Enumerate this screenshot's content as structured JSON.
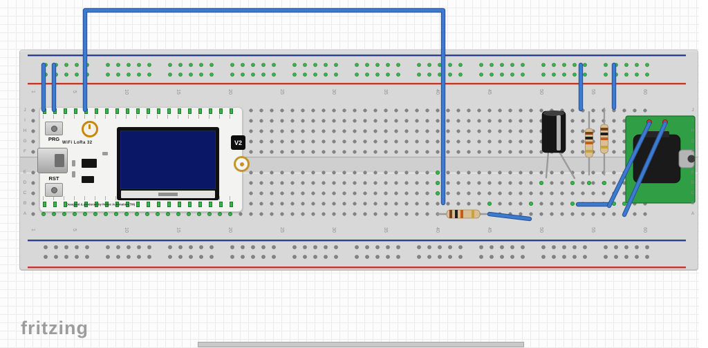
{
  "brand": {
    "logo_text": "fritzing"
  },
  "breadboard": {
    "column_labels": [
      1,
      5,
      10,
      15,
      20,
      25,
      30,
      35,
      40,
      45,
      50,
      55,
      60
    ],
    "row_labels": [
      "J",
      "I",
      "H",
      "G",
      "F",
      "E",
      "D",
      "C",
      "B",
      "A"
    ]
  },
  "heltec_board": {
    "name": "WiFi LoRa 32",
    "version": "V2",
    "prg_button": "PRG",
    "rst_button": "RST",
    "footer_text": "Designed & produced by Heltec Automation(TM)"
  },
  "colors": {
    "wire_blue": "#3d7bd0",
    "wire_blue_dark": "#2a5699",
    "hole_gray": "#838383",
    "hole_gray_dark": "#6a6a6a",
    "connected_green": "#35b44a",
    "green_dark": "#1f7a2b",
    "rail_blue_line": "#2e3d96",
    "rail_red_line": "#c0392b",
    "pcb_green": "#2f9e44",
    "pcb_green_dark": "#1d6b2e",
    "resistor_tan": "#d8bf95",
    "lead_gray": "#9a9a9a"
  }
}
